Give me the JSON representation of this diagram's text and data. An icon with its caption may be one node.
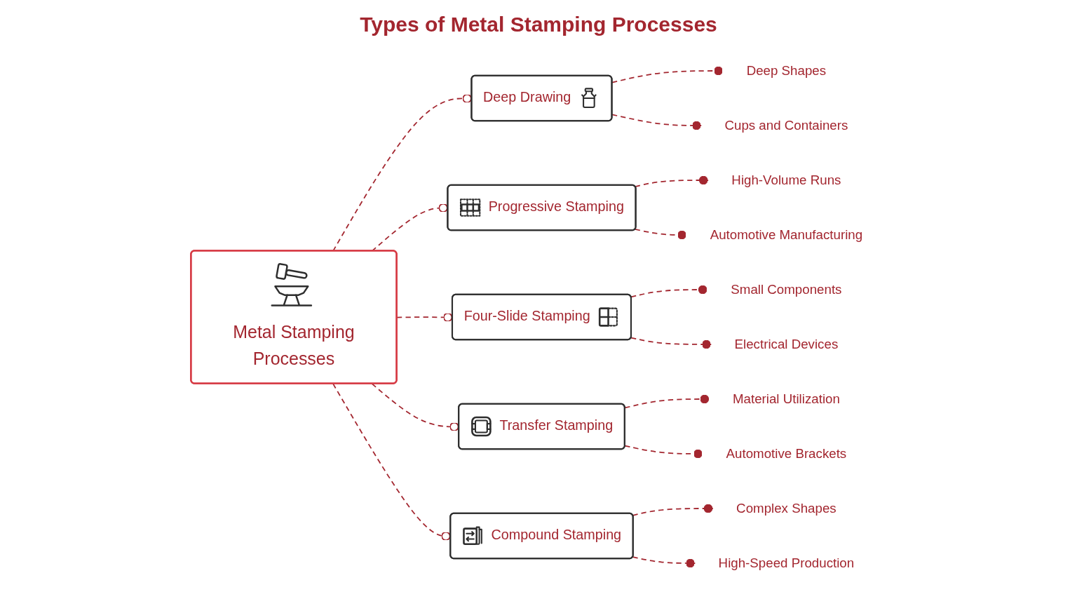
{
  "diagram": {
    "title": "Types of Metal Stamping Processes",
    "nodes": [
      {
        "text": [
          "Deep Drawing"
        ]
      },
      {
        "text": [
          "Deep Shapes"
        ]
      },
      {
        "text": [
          "Cups and Containers"
        ]
      },
      {
        "text": [
          "Progressive Stamping"
        ]
      },
      {
        "text": [
          "High-Volume Runs"
        ]
      },
      {
        "text": [
          "Automotive Manufacturing"
        ]
      },
      {
        "text": [
          "Four-Slide Stamping"
        ]
      },
      {
        "text": [
          "Small Components"
        ]
      },
      {
        "text": [
          "Electrical Devices"
        ]
      },
      {
        "text": [
          "Metal Stamping Processes"
        ]
      },
      {
        "text": [
          "Transfer Stamping"
        ]
      },
      {
        "text": [
          "Material Utilization"
        ]
      },
      {
        "text": [
          "Automotive Brackets"
        ]
      },
      {
        "text": [
          "Compound Stamping"
        ]
      },
      {
        "text": [
          "Complex Shapes"
        ]
      },
      {
        "text": [
          "High-Speed Production"
        ]
      }
    ],
    "edges": [
      {
        "from": 9,
        "to": 0,
        "arrow": "other",
        "style": "dashed"
      },
      {
        "from": 0,
        "to": 1,
        "arrow": "other",
        "style": "dashed"
      },
      {
        "from": 0,
        "to": 2,
        "arrow": "other",
        "style": "dashed"
      },
      {
        "from": 9,
        "to": 3,
        "arrow": "other",
        "style": "dashed"
      },
      {
        "from": 3,
        "to": 4,
        "arrow": "other",
        "style": "dashed"
      },
      {
        "from": 3,
        "to": 5,
        "arrow": "other",
        "style": "dashed"
      },
      {
        "from": 9,
        "to": 6,
        "arrow": "other",
        "style": "dashed"
      },
      {
        "from": 6,
        "to": 7,
        "arrow": "other",
        "style": "dashed"
      },
      {
        "from": 6,
        "to": 8,
        "arrow": "other",
        "style": "dashed"
      },
      {
        "from": 9,
        "to": 10,
        "arrow": "other",
        "style": "dashed"
      },
      {
        "from": 10,
        "to": 11,
        "arrow": "other",
        "style": "dashed"
      },
      {
        "from": 10,
        "to": 12,
        "arrow": "other",
        "style": "dashed"
      },
      {
        "from": 9,
        "to": 13,
        "arrow": "other",
        "style": "dashed"
      },
      {
        "from": 13,
        "to": 14,
        "arrow": "other",
        "style": "dashed"
      },
      {
        "from": 13,
        "to": 15,
        "arrow": "other",
        "style": "dashed"
      }
    ]
  }
}
